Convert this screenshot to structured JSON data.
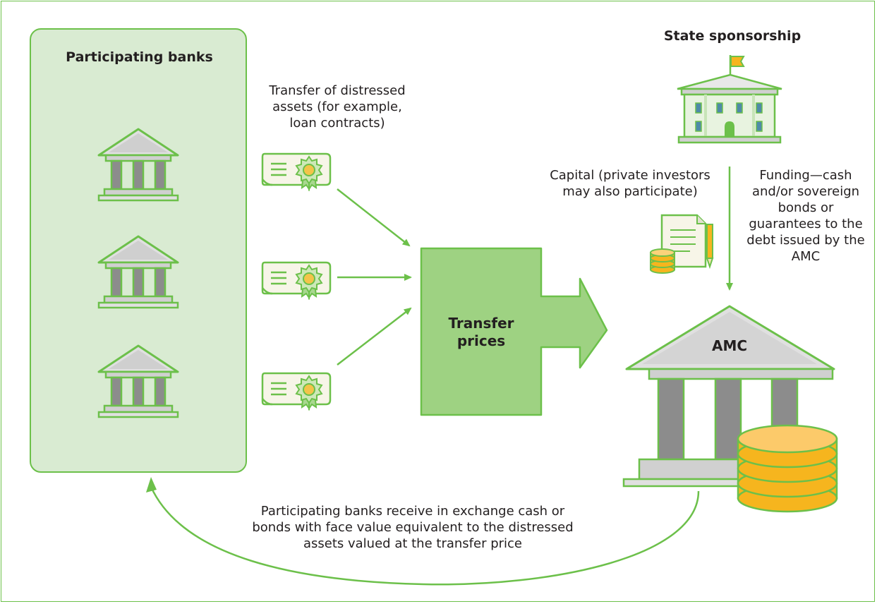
{
  "banks_panel": {
    "title": "Participating banks",
    "bank_count": 3
  },
  "state": {
    "title": "State sponsorship"
  },
  "assets_label": "Transfer of distressed assets (for example, loan contracts)",
  "capital_label": "Capital (private investors may also participate)",
  "funding_label": "Funding—cash and/or sovereign bonds or guarantees to the debt issued by the AMC",
  "transfer_box": {
    "label": "Transfer prices"
  },
  "amc": {
    "label": "AMC"
  },
  "return_label": "Participating banks receive in exchange cash or bonds with face value equivalent to the distressed assets valued at the transfer price",
  "colors": {
    "accent_green": "#6cc04a",
    "panel_fill": "#d9ebd2",
    "box_fill": "#9ed282",
    "column_gray": "#8c8c8c",
    "coin_gold": "#f6b51e"
  }
}
